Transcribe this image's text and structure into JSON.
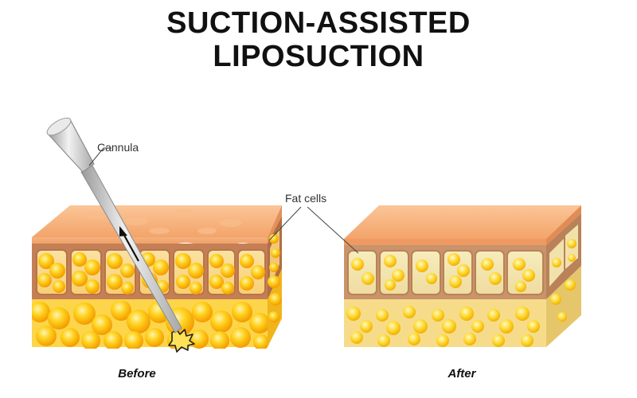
{
  "title": {
    "line1": "SUCTION-ASSISTED",
    "line2": "LIPOSUCTION"
  },
  "labels": {
    "cannula": "Cannula",
    "fat_cells": "Fat cells"
  },
  "captions": {
    "before": "Before",
    "after": "After"
  },
  "colors": {
    "skin_top": "#f6b27c",
    "skin_front": "#f2a56c",
    "dermis": "#c9845a",
    "fat_bright": "#ffc21a",
    "fat_light": "#fde9a6",
    "fat_pale": "#f3e7b0",
    "cannula": "#d9d9d9"
  }
}
